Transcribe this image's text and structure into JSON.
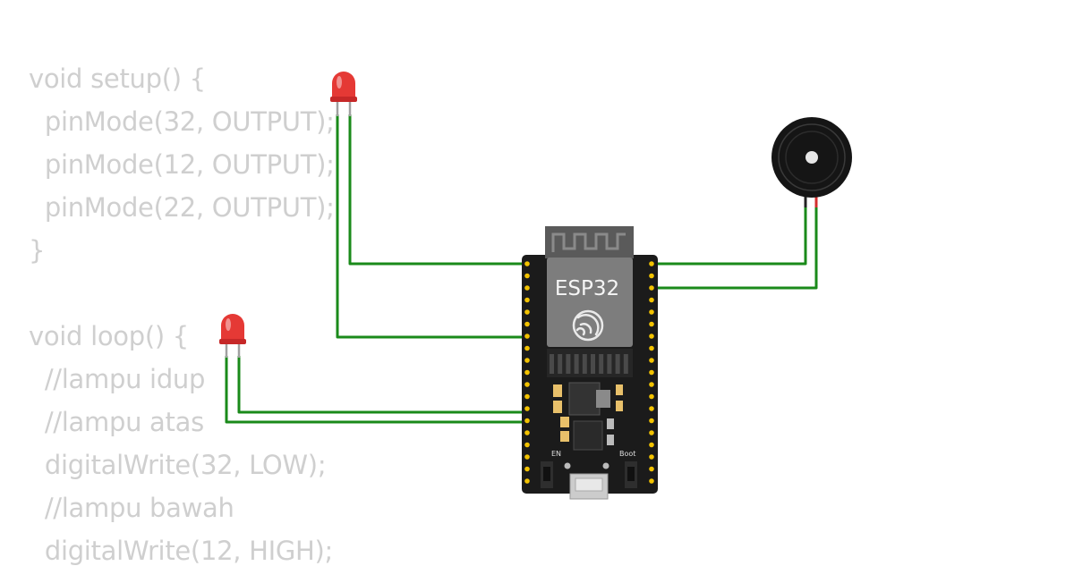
{
  "code": {
    "lines": [
      "void setup() {",
      "  pinMode(32, OUTPUT);",
      "  pinMode(12, OUTPUT);",
      "  pinMode(22, OUTPUT);",
      "}",
      "",
      "void loop() {",
      "  //lampu idup",
      "  //lampu atas",
      "  digitalWrite(32, LOW);",
      "  //lampu bawah",
      "  digitalWrite(12, HIGH);"
    ]
  },
  "board": {
    "module_label": "ESP32",
    "button_en": "EN",
    "button_boot": "Boot"
  },
  "colors": {
    "wire": "#1a8a1a",
    "led": "#e53935",
    "board": "#1b1b1b",
    "module": "#7d7d7d",
    "pin": "#f2c200",
    "code_text": "#cfcfcf",
    "buzzer": "#151515"
  }
}
